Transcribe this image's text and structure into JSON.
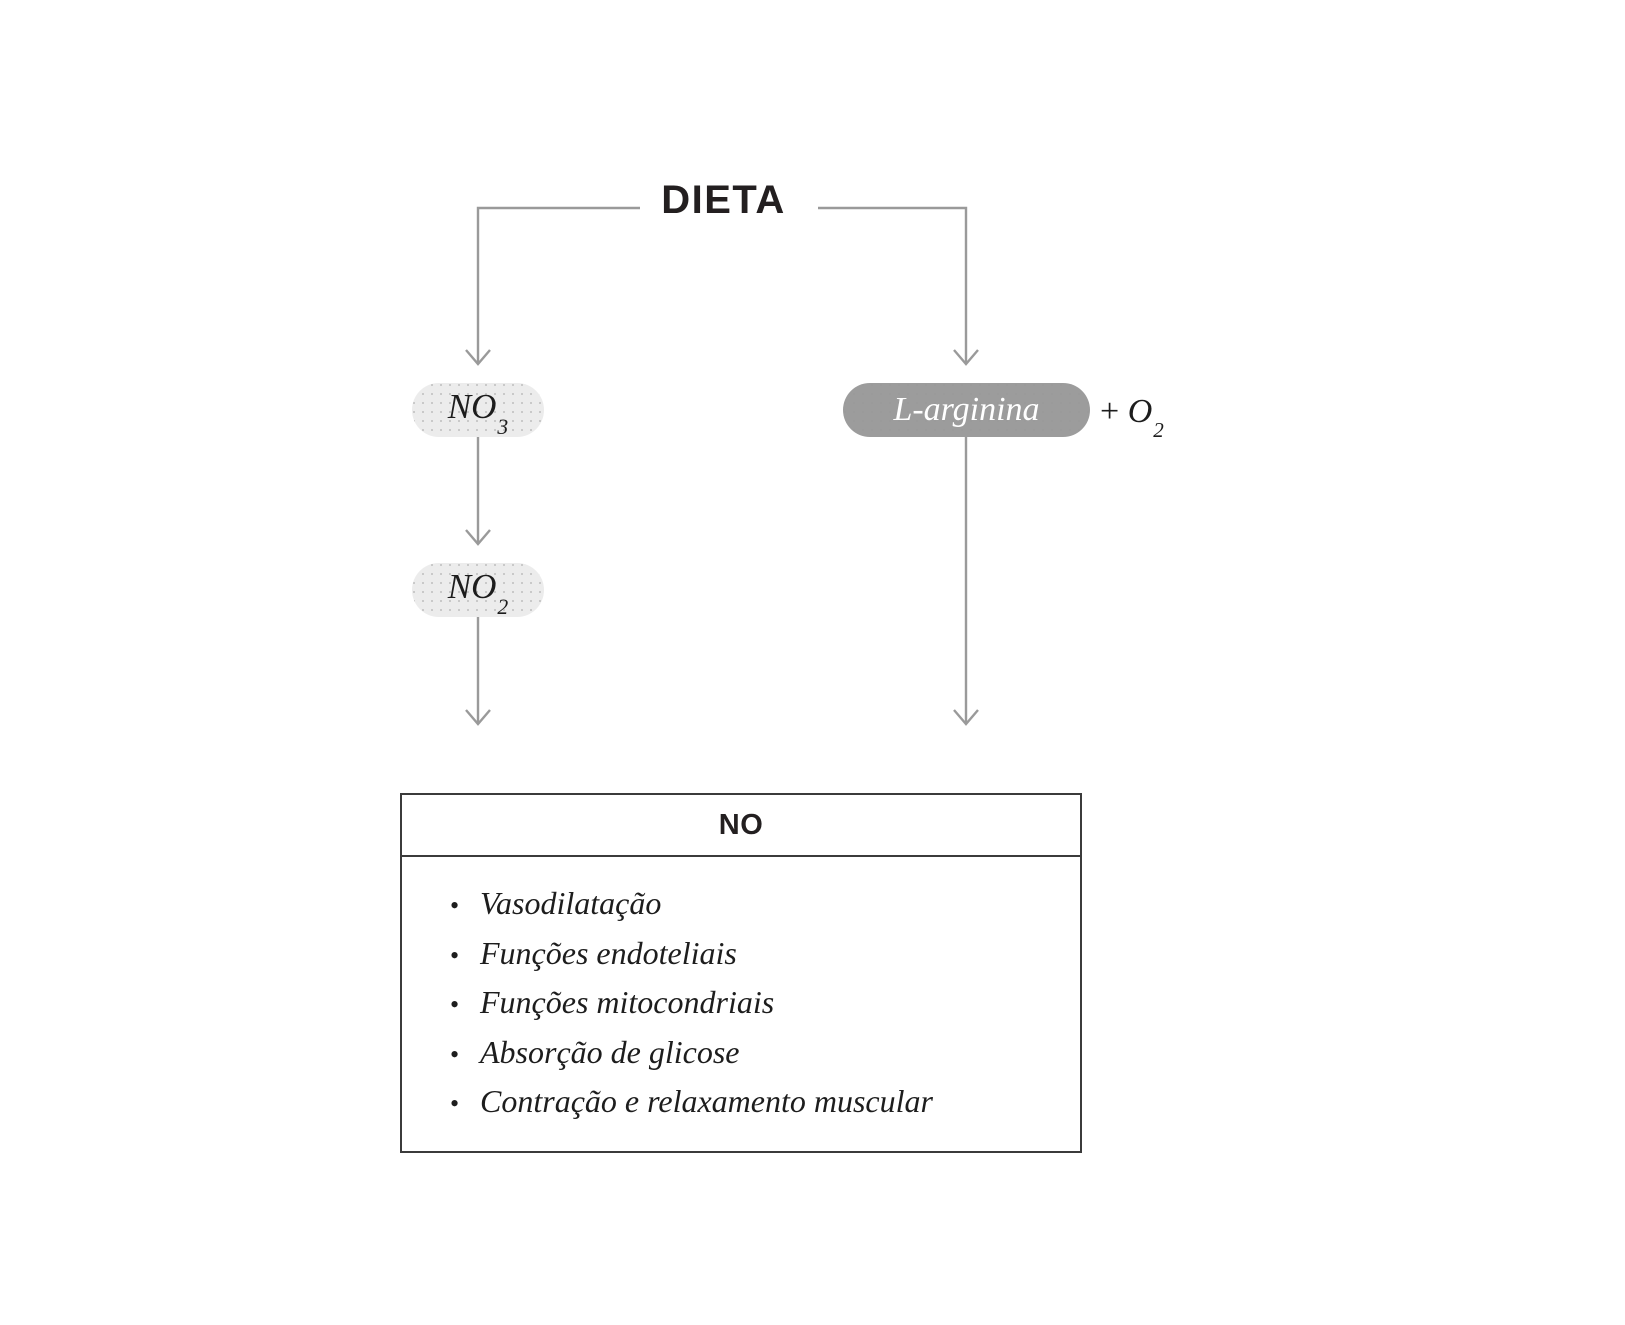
{
  "figure": {
    "title": "DIETA",
    "language": "pt-BR"
  },
  "nodes": {
    "nitrate": {
      "label": "NO",
      "subscript": "3",
      "style": "light-pill"
    },
    "nitrite": {
      "label": "NO",
      "subscript": "2",
      "style": "light-pill"
    },
    "larginine": {
      "label": "L-arginina",
      "style": "dark-pill"
    }
  },
  "annotations": {
    "oxygen": {
      "plus": "+ ",
      "label": "O",
      "subscript": "2"
    }
  },
  "outcome_table": {
    "header": "NO",
    "bullet": "•",
    "items": [
      "Vasodilatação",
      "Funções endoteliais",
      "Funções mitocondriais",
      "Absorção de glicose",
      "Contração e relaxamento muscular"
    ]
  },
  "colors": {
    "background": "#ffffff",
    "text": "#231f20",
    "connector": "#9a9a9a",
    "pill_light_fill": "#ececec",
    "pill_dark_fill": "#9c9c9c",
    "pill_dark_text": "#ffffff",
    "table_border": "#3b3b3b"
  },
  "flow": [
    {
      "from": "DIETA",
      "to": "NO3"
    },
    {
      "from": "DIETA",
      "to": "L-arginina"
    },
    {
      "from": "NO3",
      "to": "NO2"
    },
    {
      "from": "NO2",
      "to": "NO"
    },
    {
      "from": "L-arginina",
      "to": "NO"
    }
  ]
}
